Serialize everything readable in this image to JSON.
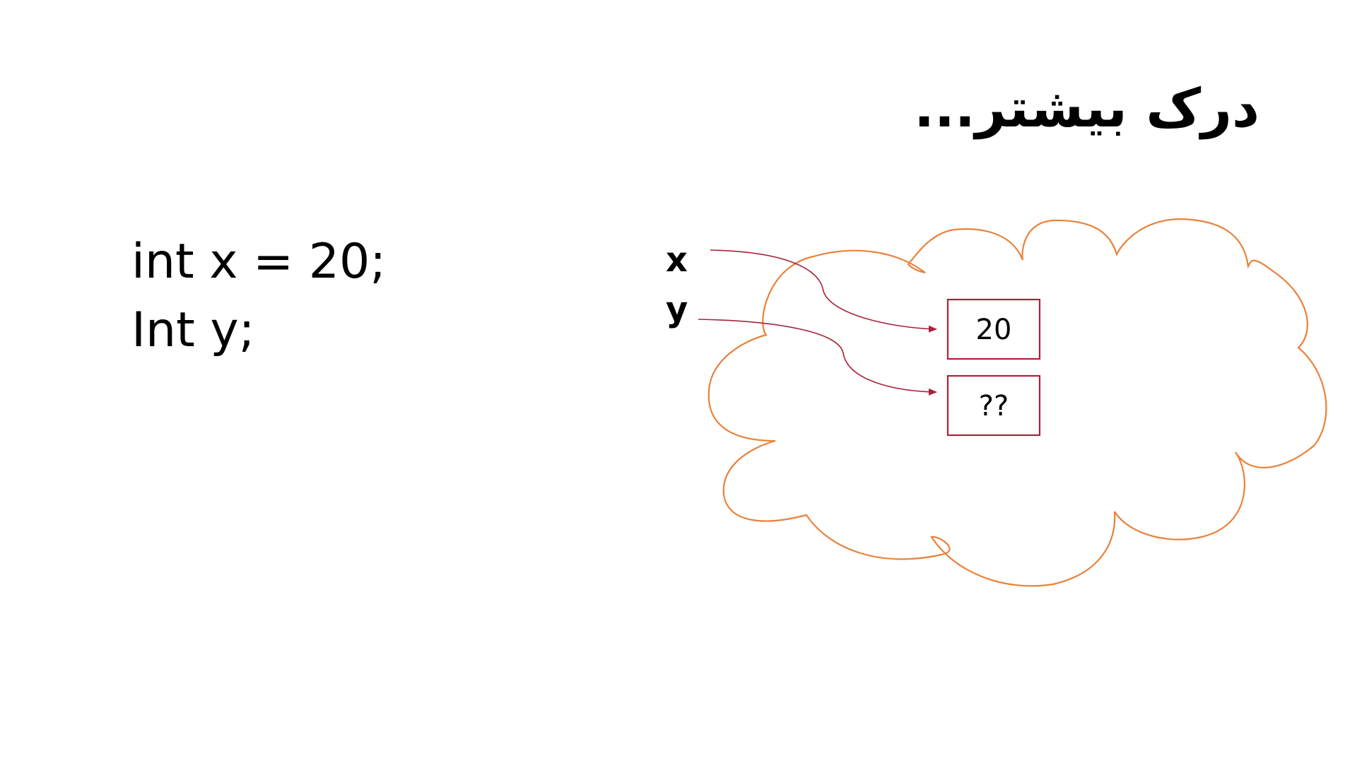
{
  "slide": {
    "title": "درک بیشتر...",
    "code_lines": [
      "int x = 20;",
      "Int y;"
    ]
  },
  "diagram": {
    "variables": [
      {
        "label": "x",
        "value": "20"
      },
      {
        "label": "y",
        "value": "??"
      }
    ],
    "colors": {
      "cloud": "#E8823B",
      "box": "#B11F3A",
      "arrow": "#A8233B",
      "text": "#000000"
    }
  }
}
